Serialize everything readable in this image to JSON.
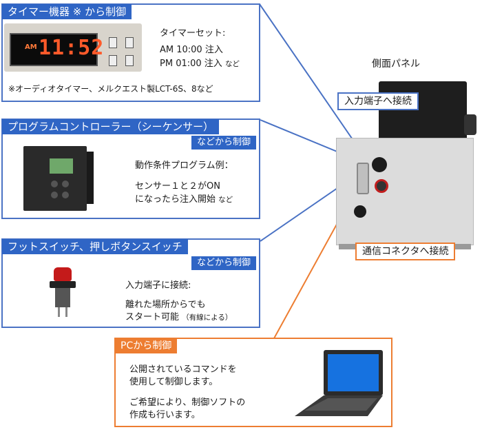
{
  "timer": {
    "title": "タイマー機器 ※ から制御",
    "display_ampm": "AM",
    "display_time": "11:52",
    "set_label": "タイマーセット:",
    "line1": "AM 10:00 注入",
    "line2": "PM 01:00 注入",
    "line2_suffix": "など",
    "note": "※オーディオタイマー、メルクエスト製LCT-6S、8など"
  },
  "plc": {
    "title": "プログラムコントローラー（シーケンサー）",
    "sub": "などから制御",
    "example_label": "動作条件プログラム例：",
    "line1": "センサー１と２がON",
    "line2": "になったら注入開始",
    "line2_suffix": "など"
  },
  "switch": {
    "title": "フットスイッチ、押しボタンスイッチ",
    "sub": "などから制御",
    "conn_label": "入力端子に接続:",
    "line1": "離れた場所からでも",
    "line2": "スタート可能",
    "line2_suffix": "（有線による）"
  },
  "pc": {
    "title": "PCから制御",
    "line1": "公開されているコマンドを",
    "line2": "使用して制御します。",
    "line3": "ご希望により、制御ソフトの",
    "line4": "作成も行います。"
  },
  "device": {
    "side_panel_label": "側面パネル",
    "input_callout": "入力端子へ接続",
    "comm_callout": "通信コネクタへ接続"
  },
  "colors": {
    "blue": "#2f65c5",
    "blue_border": "#4a72c4",
    "orange": "#ed7d31"
  }
}
